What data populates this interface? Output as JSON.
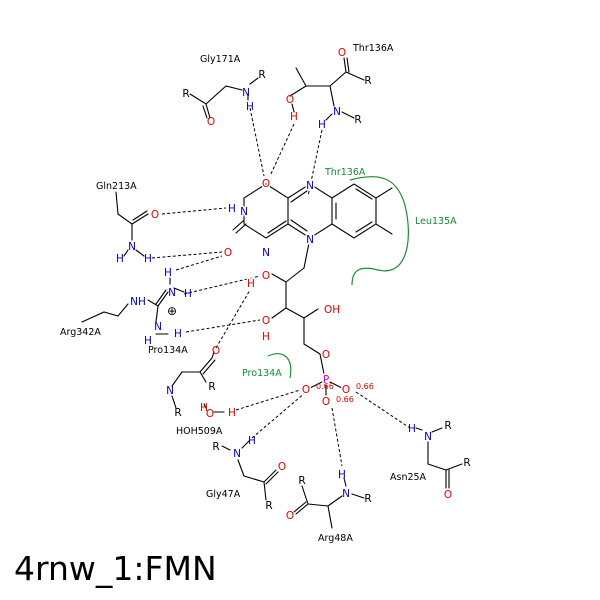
{
  "title": "4rnw_1:FMN",
  "residues": {
    "gly171": "Gly171A",
    "thr136": "Thr136A",
    "gln213": "Gln213A",
    "arg342": "Arg342A",
    "pro134": "Pro134A",
    "hoh509": "HOH509A",
    "gly47": "Gly47A",
    "arg48": "Arg48A",
    "asn25": "Asn25A"
  },
  "hydrophobic": {
    "thr136": "Thr136A",
    "leu135": "Leu135A",
    "pro134": "Pro134A"
  },
  "colors": {
    "bond": "#000000",
    "nitrogen": "#0000cc",
    "oxygen": "#e00000",
    "phosphorus": "#cc00cc",
    "hydrophobic": "#138a36"
  },
  "charges": {
    "op1": "0.66",
    "op2": "0.66",
    "op3": "0.66",
    "plus": "⊕"
  }
}
